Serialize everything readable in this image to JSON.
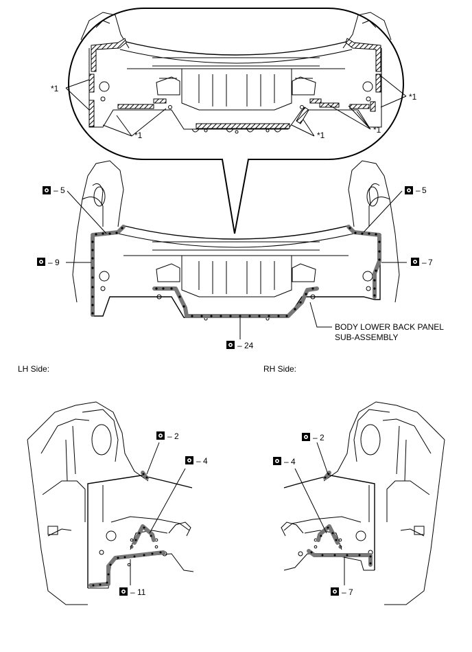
{
  "weld_symbol": "spot-weld-icon",
  "detail": {
    "callouts": [
      {
        "id": "a",
        "text": "*1"
      },
      {
        "id": "b",
        "text": "*1"
      },
      {
        "id": "c",
        "text": "*1"
      },
      {
        "id": "d",
        "text": "*1"
      },
      {
        "id": "e",
        "text": "*1"
      }
    ]
  },
  "main": {
    "counts": [
      {
        "id": "lh_upper",
        "text": "5"
      },
      {
        "id": "rh_upper",
        "text": "5"
      },
      {
        "id": "lh_side",
        "text": "9"
      },
      {
        "id": "rh_side",
        "text": "7"
      },
      {
        "id": "bottom",
        "text": "24"
      }
    ],
    "part_label_line1": "BODY LOWER BACK PANEL",
    "part_label_line2": "SUB-ASSEMBLY"
  },
  "lh_side": {
    "title": "LH Side:",
    "counts": [
      {
        "id": "upper",
        "text": "2"
      },
      {
        "id": "middle",
        "text": "4"
      },
      {
        "id": "lower",
        "text": "11"
      }
    ]
  },
  "rh_side": {
    "title": "RH Side:",
    "counts": [
      {
        "id": "upper",
        "text": "2"
      },
      {
        "id": "middle",
        "text": "4"
      },
      {
        "id": "lower",
        "text": "7"
      }
    ]
  }
}
